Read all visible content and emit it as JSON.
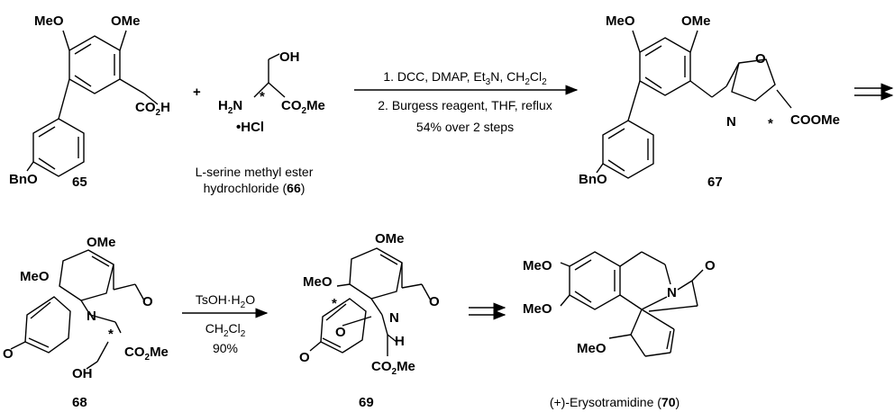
{
  "scheme": {
    "atoms": {
      "meo": "MeO",
      "ome": "OMe",
      "co2h": "CO",
      "co2h_sub": "2",
      "co2h_tail": "H",
      "bno": "BnO",
      "oh": "OH",
      "h2n": "H",
      "h2n_sub": "2",
      "h2n_tail": "N",
      "co2me": "CO",
      "co2me_sub": "2",
      "co2me_tail": "Me",
      "hcl": "•HCl",
      "star": "*",
      "o": "O",
      "n": "N",
      "h": "H",
      "coome": "COOMe"
    },
    "plus": "+",
    "compounds": {
      "c65": "65",
      "c66_name_line1": "L-serine methyl ester",
      "c66_name_line2": "hydrochloride (",
      "c66_num": "66",
      "c66_close": ")",
      "c67": "67",
      "c68": "68",
      "c69": "69",
      "c70_name": "(+)-Erysotramidine (",
      "c70_num": "70",
      "c70_close": ")"
    },
    "step1": {
      "line1_a": "1. DCC, DMAP, Et",
      "line1_b": "3",
      "line1_c": "N, CH",
      "line1_d": "2",
      "line1_e": "Cl",
      "line1_f": "2",
      "line2": "2. Burgess reagent, THF, reflux",
      "line3": "54% over 2 steps"
    },
    "step2": {
      "line1_a": "TsOH·H",
      "line1_b": "2",
      "line1_c": "O",
      "line2_a": "CH",
      "line2_b": "2",
      "line2_c": "Cl",
      "line2_d": "2",
      "line3": "90%"
    }
  }
}
